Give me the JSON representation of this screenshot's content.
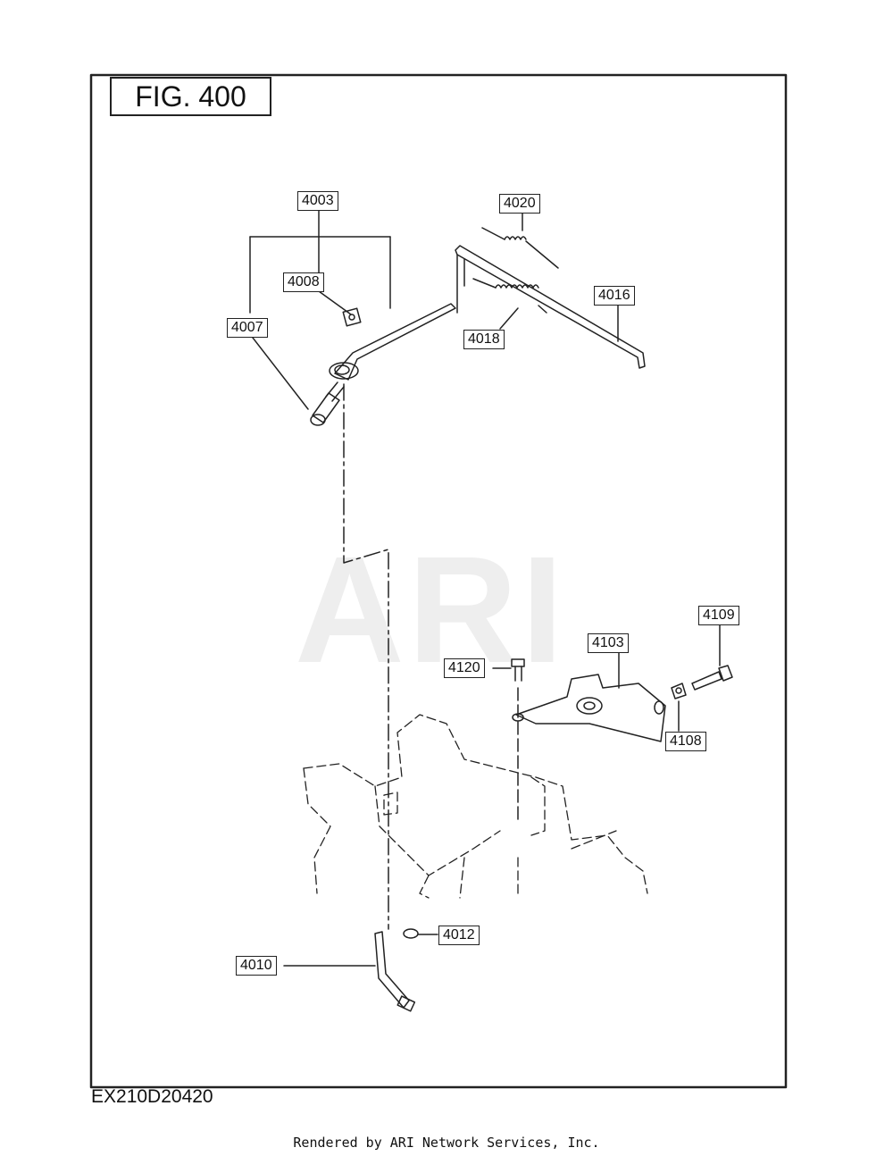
{
  "figure": {
    "label": "FIG. 400",
    "drawing_code": "EX210D20420"
  },
  "watermark": "ARI",
  "footer": "Rendered by ARI Network Services, Inc.",
  "callouts": {
    "p4003": "4003",
    "p4008": "4008",
    "p4007": "4007",
    "p4020": "4020",
    "p4016": "4016",
    "p4018": "4018",
    "p4109": "4109",
    "p4103": "4103",
    "p4120": "4120",
    "p4108": "4108",
    "p4012": "4012",
    "p4010": "4010"
  }
}
